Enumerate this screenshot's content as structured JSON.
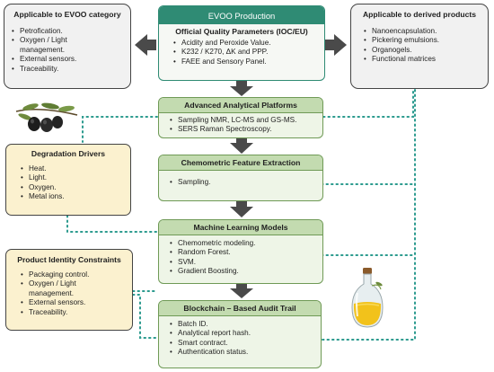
{
  "evoo_category": {
    "title": "Applicable to EVOO category",
    "items": [
      "Petrofication.",
      "Oxygen / Light management.",
      "External sensors.",
      "Traceability."
    ]
  },
  "evoo_production": {
    "title": "EVOO Production",
    "subtitle": "Official Quality Parameters (IOC/EU)",
    "items": [
      "Acidity and Peroxide Value.",
      "K232 / K270, ΔK and PPP.",
      "FAEE and Sensory Panel."
    ]
  },
  "derived_products": {
    "title": "Applicable to derived products",
    "items": [
      "Nanoencapsulation.",
      "Pickering emulsions.",
      "Organogels.",
      "Functional matrices"
    ]
  },
  "analytical": {
    "title": "Advanced Analytical Platforms",
    "items": [
      "Sampling NMR, LC-MS and GS-MS.",
      "SERS Raman Spectroscopy."
    ]
  },
  "degradation": {
    "title": "Degradation Drivers",
    "items": [
      "Heat.",
      "Light.",
      "Oxygen.",
      "Metal ions."
    ]
  },
  "chemometric": {
    "title": "Chemometric Feature Extraction",
    "items": [
      "Sampling."
    ]
  },
  "ml": {
    "title": "Machine Learning Models",
    "items": [
      "Chemometric modeling.",
      "Random Forest.",
      "SVM.",
      "Gradient Boosting."
    ]
  },
  "identity": {
    "title": "Product Identity Constraints",
    "items": [
      "Packaging control.",
      "Oxygen / Light management.",
      "External sensors.",
      "Traceability."
    ]
  },
  "blockchain": {
    "title": "Blockchain – Based Audit Trail",
    "items": [
      "Batch ID.",
      "Analytical report hash.",
      "Smart contract.",
      "Authentication status."
    ]
  },
  "colors": {
    "header_teal": "#2f8b74",
    "green_header": "#c3dbb0",
    "green_body": "#eef5e7",
    "cream": "#fbf1cf",
    "grey": "#f1f1f1",
    "connector_teal": "#2b9a8e",
    "arrow": "#4a4a4a"
  },
  "icons": [
    "olive-branch-icon",
    "olive-oil-bottle-icon"
  ]
}
